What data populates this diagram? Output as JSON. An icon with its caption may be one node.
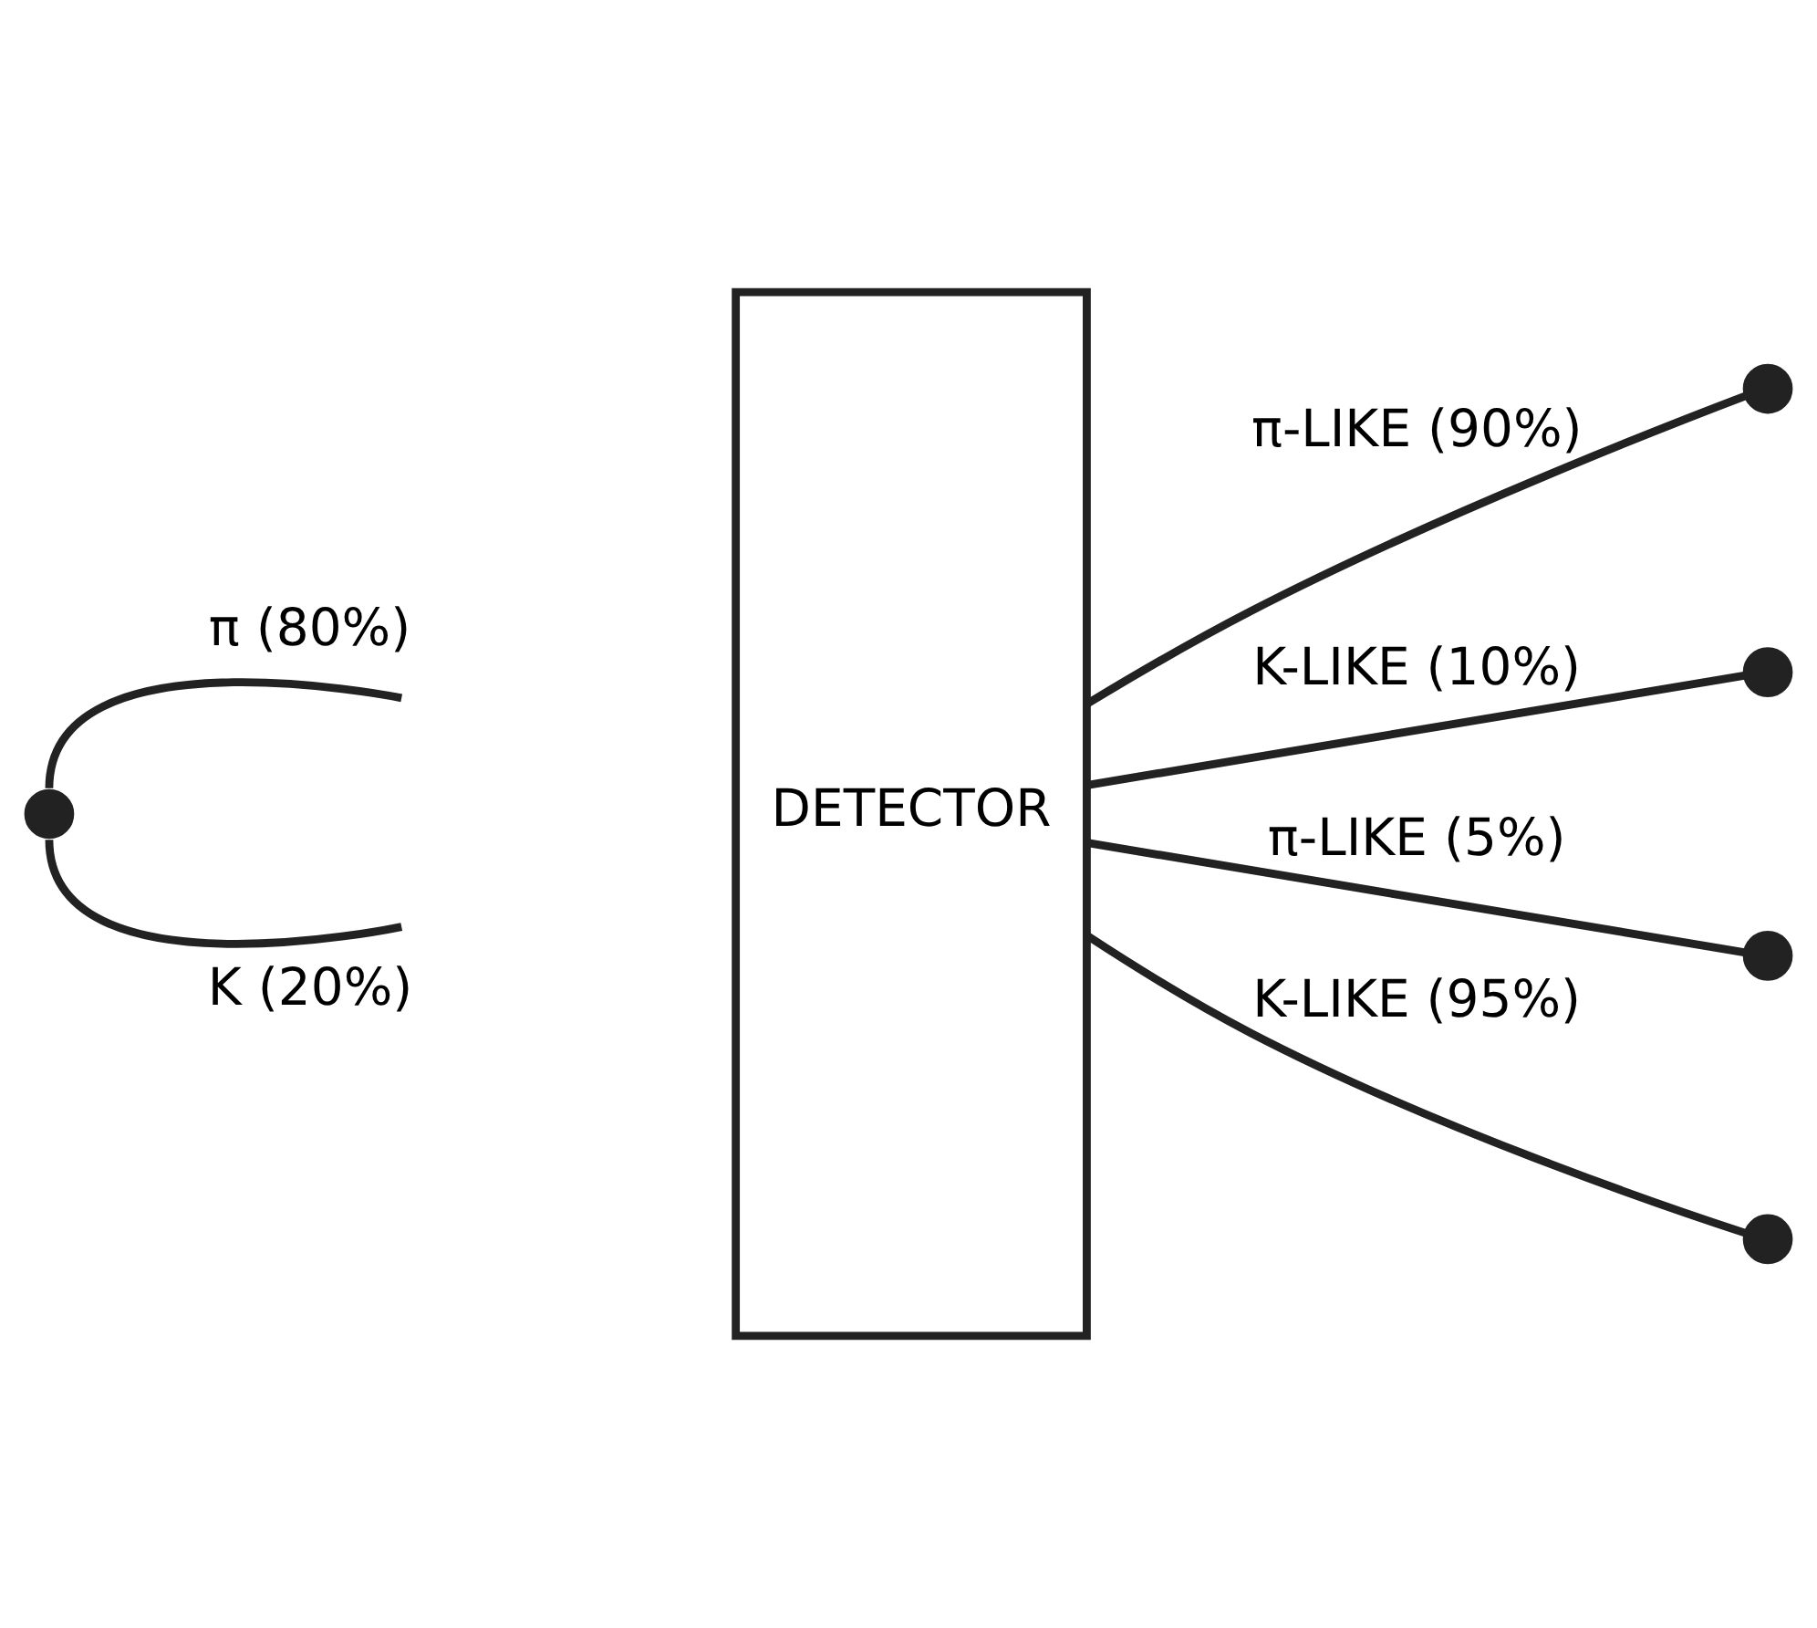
{
  "diagram": {
    "nodes": [
      {
        "text": [],
        "shape": "circle"
      },
      {
        "text": [
          "DETECTOR"
        ]
      },
      {
        "text": [],
        "shape": "circle"
      },
      {
        "text": [],
        "shape": "circle"
      },
      {
        "text": [],
        "shape": "circle"
      },
      {
        "text": [],
        "shape": "circle"
      }
    ],
    "edges": [
      {
        "from": 0,
        "to": null,
        "arrow": "none",
        "label": "π (80%)"
      },
      {
        "from": 0,
        "to": null,
        "arrow": "none",
        "label": "K (20%)"
      },
      {
        "from": 1,
        "to": 2,
        "arrow": "none",
        "label": "π-LIKE (90%)"
      },
      {
        "from": 1,
        "to": 3,
        "arrow": "none",
        "label": "K-LIKE (10%)"
      },
      {
        "from": 1,
        "to": 4,
        "arrow": "none",
        "label": "π-LIKE (5%)"
      },
      {
        "from": 1,
        "to": 5,
        "arrow": "none",
        "label": "K-LIKE (95%)"
      }
    ]
  }
}
